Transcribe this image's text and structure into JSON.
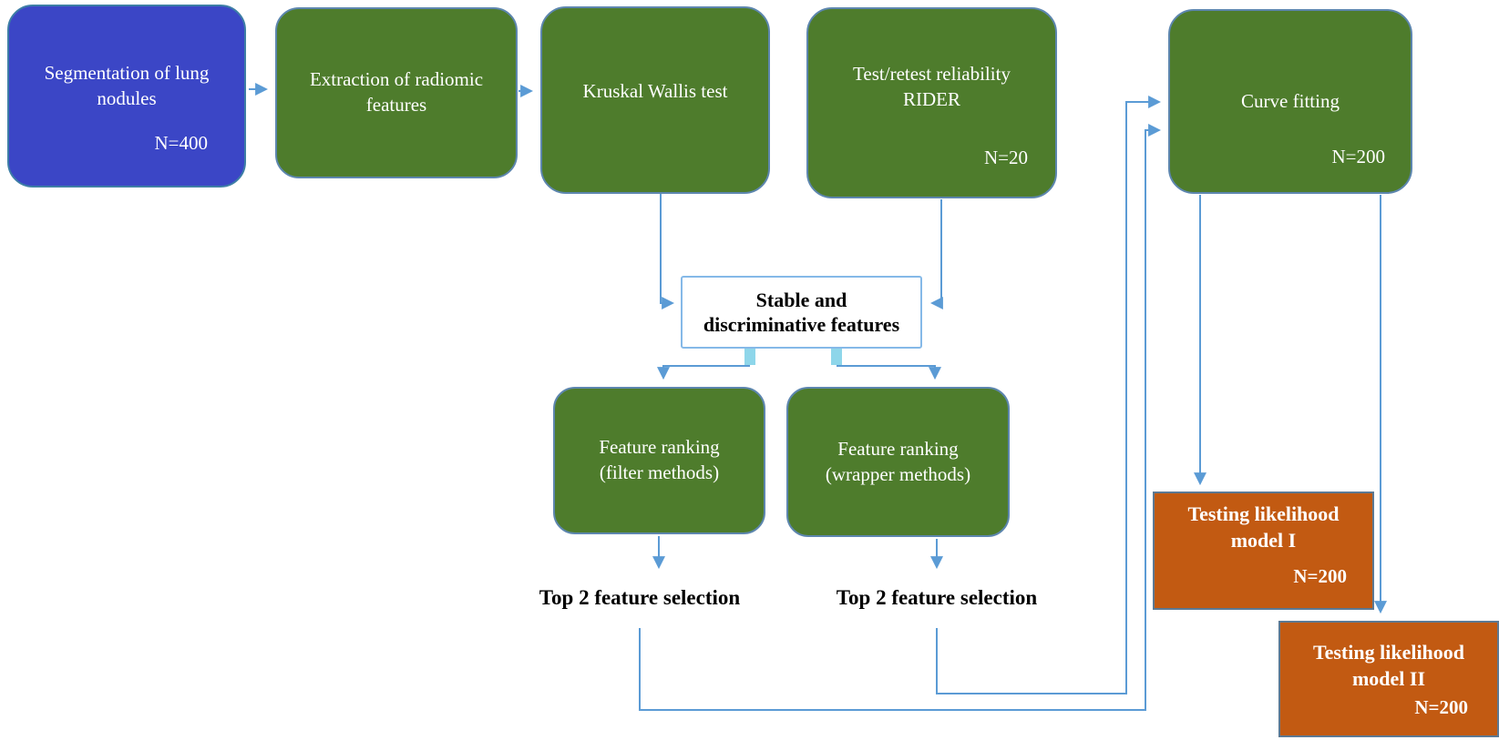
{
  "figure": {
    "type": "flowchart",
    "description": "Radiomics feature selection and likelihood model testing workflow"
  },
  "palette": {
    "arrow_blue": "#5b9bd5",
    "box_green": "#4e7c2c",
    "box_blue": "#3b46c6",
    "box_orange": "#c25a12",
    "green_border": "#5d86ae",
    "blue_border": "#3d7ea6",
    "orange_border": "#5c7993",
    "stable_border": "#85b9e8",
    "connector_stub_cyan": "#8ed6ea",
    "text_light": "#ffffff",
    "text_dark": "#000000"
  },
  "nodes": {
    "segmentation": {
      "line1": "Segmentation of lung",
      "line2": "nodules",
      "n": "N=400"
    },
    "extraction": {
      "line1": "Extraction of radiomic",
      "line2": "features"
    },
    "kruskal": {
      "label": "Kruskal Wallis test"
    },
    "rider": {
      "line1": "Test/retest reliability",
      "line2": "RIDER",
      "n": "N=20"
    },
    "curve_fitting": {
      "label": "Curve fitting",
      "n": "N=200"
    },
    "stable": {
      "line1": "Stable and",
      "line2": "discriminative features"
    },
    "filter_ranking": {
      "line1": "Feature ranking",
      "line2": "(filter methods)"
    },
    "wrapper_ranking": {
      "line1": "Feature ranking",
      "line2": "(wrapper methods)"
    },
    "model1": {
      "line1": "Testing likelihood",
      "line2": "model I",
      "n": "N=200"
    },
    "model2": {
      "line1": "Testing likelihood",
      "line2": "model II",
      "n": "N=200"
    }
  },
  "labels": {
    "top2_left": "Top 2 feature selection",
    "top2_right": "Top 2 feature selection"
  }
}
